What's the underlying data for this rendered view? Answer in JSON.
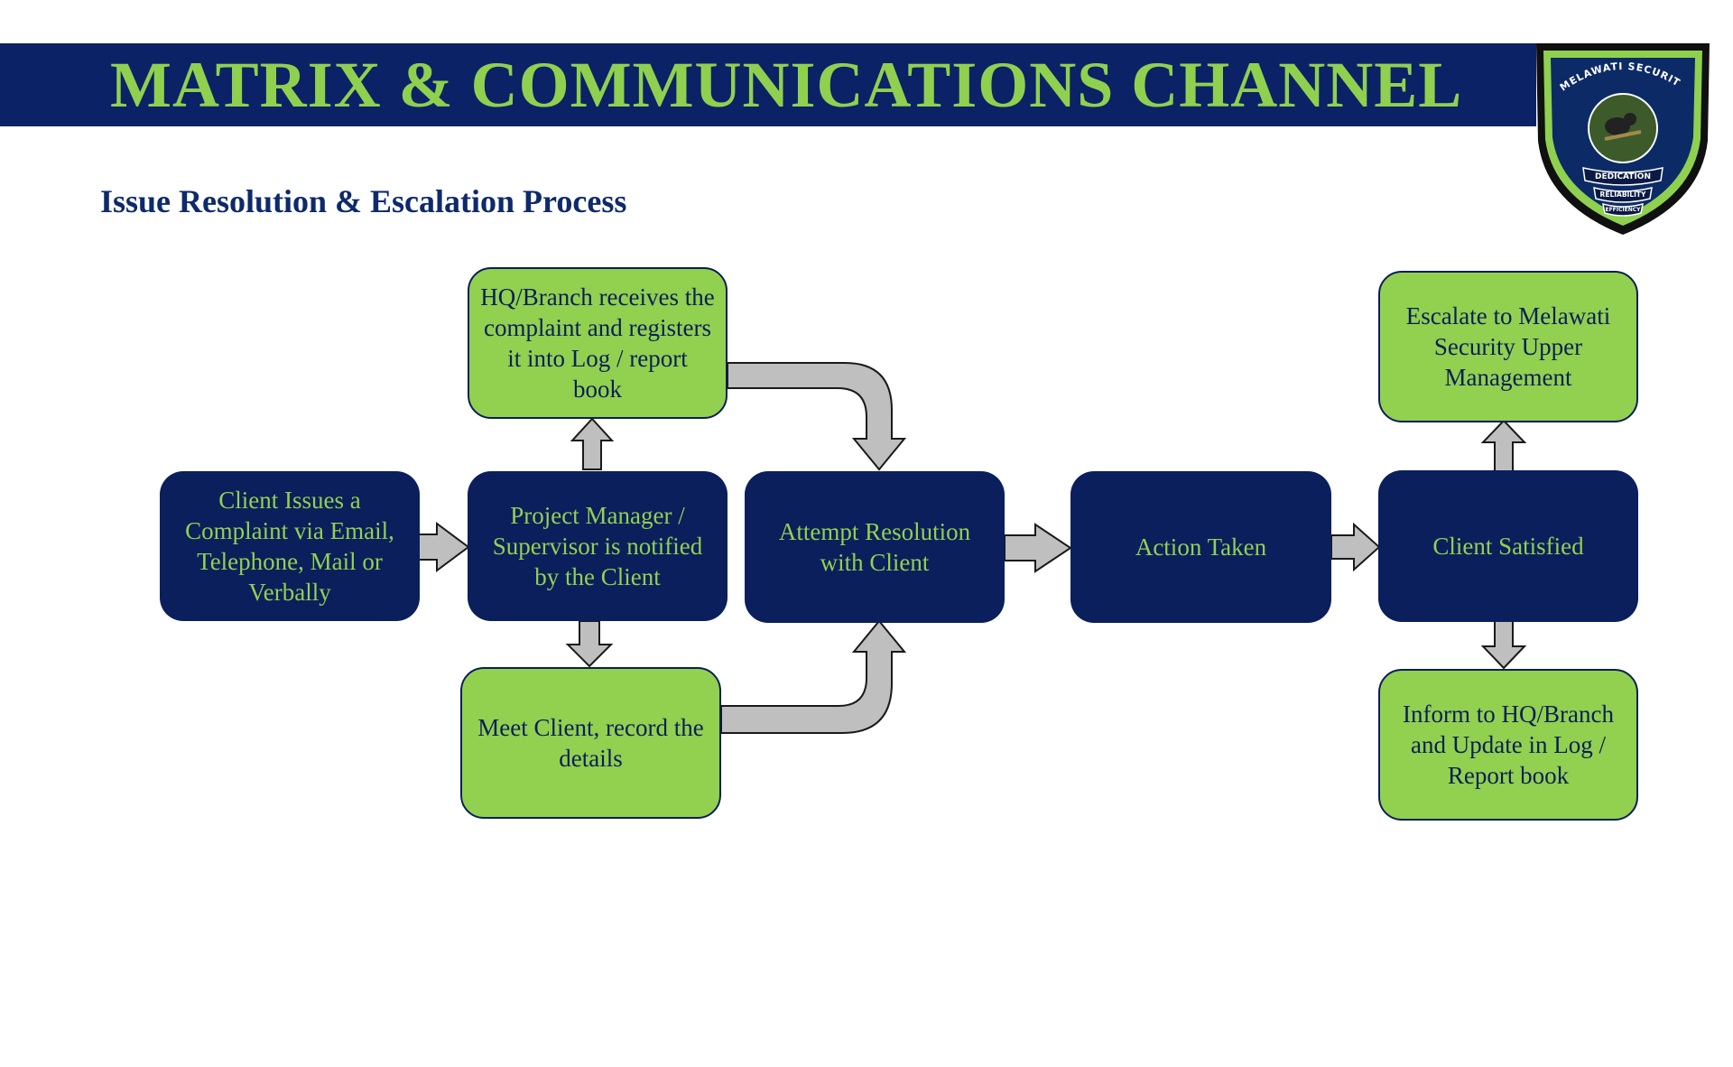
{
  "header": {
    "title": "MATRIX & COMMUNICATIONS CHANNEL",
    "subtitle": "Issue Resolution & Escalation Process"
  },
  "logo": {
    "top_text": "MELAWATI SECURITY",
    "ribbon_1": "DEDICATION",
    "ribbon_2": "RELIABILITY",
    "ribbon_3": "EFFICIENCY"
  },
  "colors": {
    "navy": "#0a1f5c",
    "green": "#92d050",
    "arrow_gray": "#bfbfbf"
  },
  "nodes": {
    "client_issues": "Client Issues a Complaint via Email, Telephone, Mail or Verbally",
    "project_manager": "Project Manager / Supervisor is notified by the Client",
    "hq_receives": "HQ/Branch receives the complaint and registers it into Log / report book",
    "meet_client": "Meet Client, record the details",
    "attempt_resolution": "Attempt Resolution with Client",
    "action_taken": "Action Taken",
    "client_satisfied": "Client Satisfied",
    "escalate": "Escalate to Melawati Security Upper Management",
    "inform_hq": "Inform to HQ/Branch and Update in Log / Report book"
  }
}
